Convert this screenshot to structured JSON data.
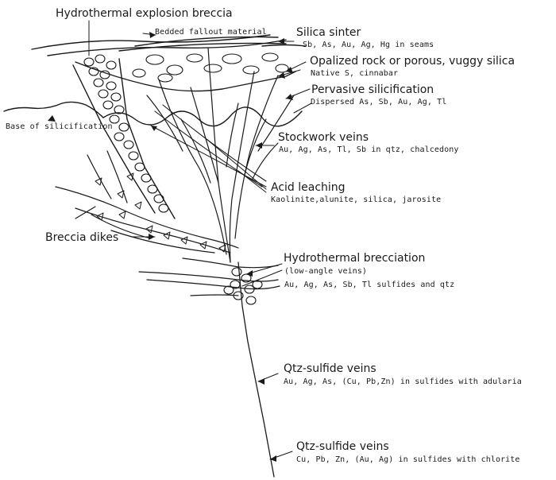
{
  "labels": {
    "explosion_breccia": "Hydrothermal explosion breccia",
    "bedded_fallout": "Bedded fallout material",
    "silica_sinter": "Silica sinter",
    "silica_sinter_sub": "Sb, As, Au, Ag, Hg in seams",
    "opalized": "Opalized rock or porous, vuggy silica",
    "opalized_sub": "Native S, cinnabar",
    "pervasive": "Pervasive silicification",
    "pervasive_sub": "Dispersed As, Sb, Au, Ag, Tl",
    "base_silicification": "Base of silicification",
    "stockwork": "Stockwork veins",
    "stockwork_sub": "Au, Ag, As, Tl, Sb in qtz, chalcedony",
    "acid_leaching": "Acid leaching",
    "acid_leaching_sub": "Kaolinite,alunite, silica, jarosite",
    "breccia_dikes": "Breccia dikes",
    "hydro_brecciation": "Hydrothermal brecciation",
    "hydro_brecciation_sub1": "(low-angle veins)",
    "hydro_brecciation_sub2": "Au, Ag, As, Sb, Tl sulfides and qtz",
    "qtz_sulfide_1": "Qtz-sulfide veins",
    "qtz_sulfide_1_sub": "Au, Ag, As, (Cu, Pb,Zn) in sulfides with adularia",
    "qtz_sulfide_2": "Qtz-sulfide veins",
    "qtz_sulfide_2_sub": "Cu, Pb, Zn, (Au, Ag) in sulfides with chlorite"
  },
  "colors": {
    "ink": "#1a1a1a",
    "paper": "#ffffff"
  }
}
